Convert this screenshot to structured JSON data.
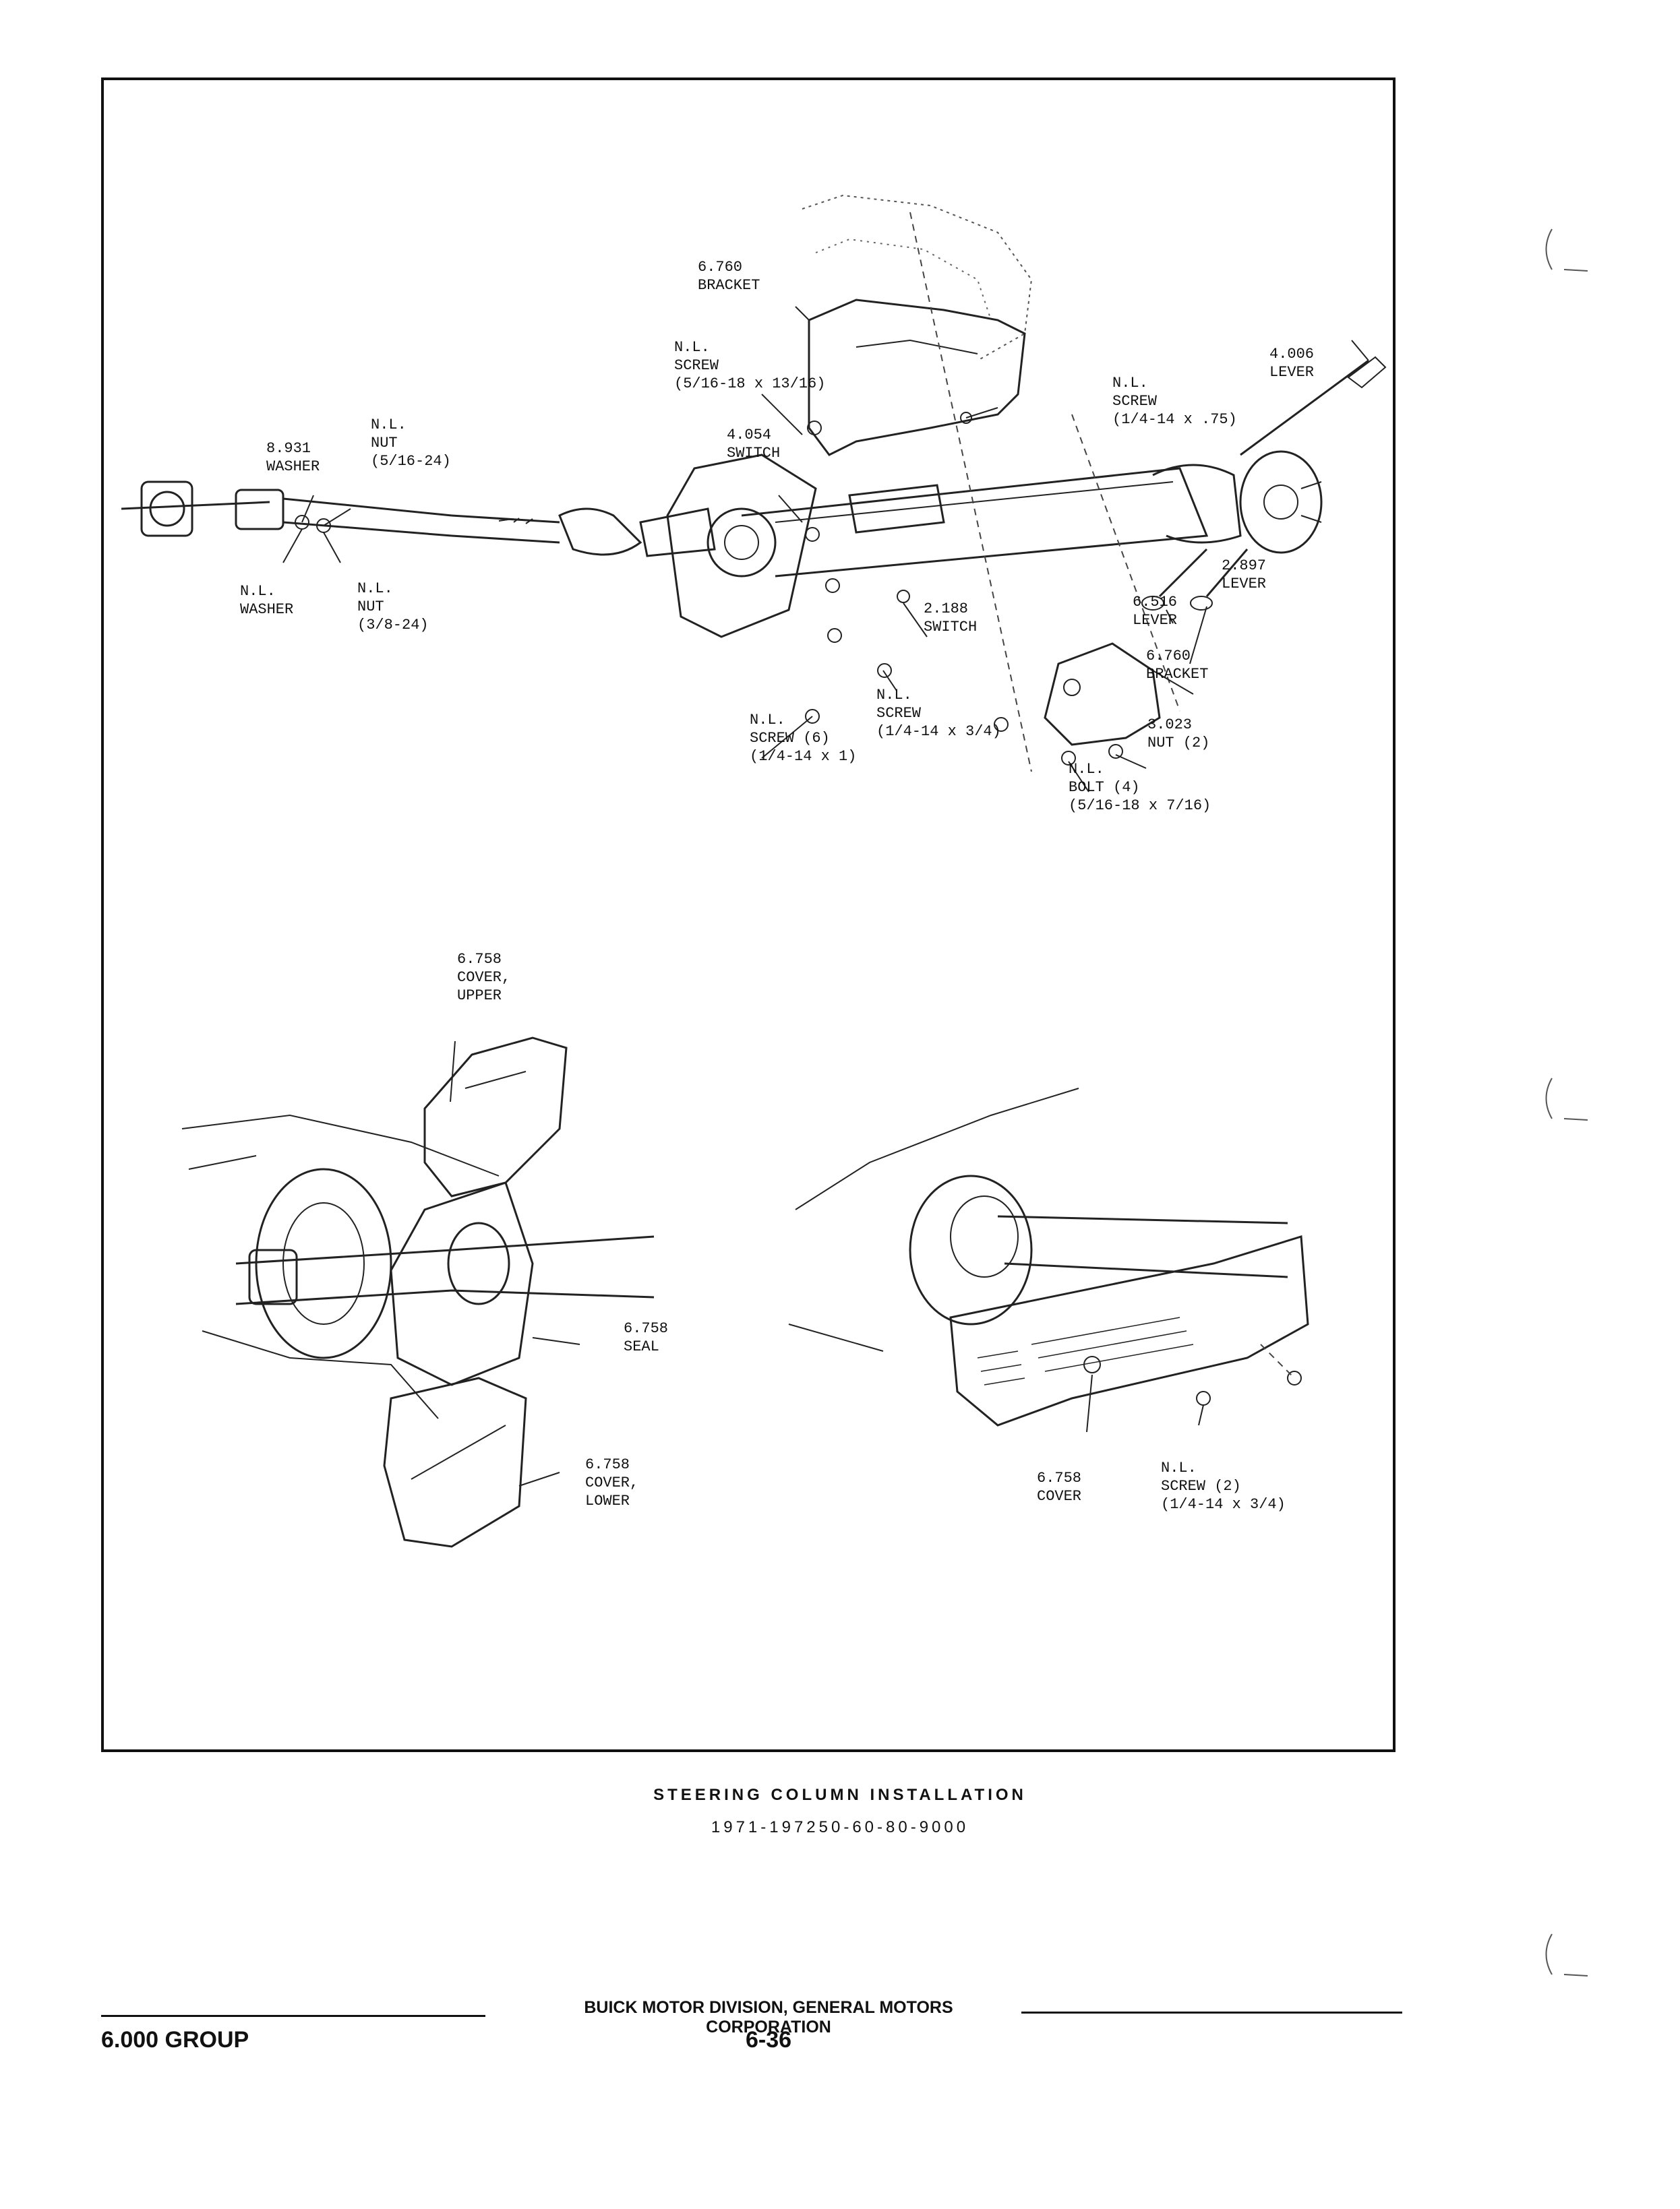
{
  "callouts": {
    "top": [
      {
        "name": "bracket-6760-top",
        "ref": "6.760",
        "text": "BRACKET"
      },
      {
        "name": "screw-nl-516",
        "ref": "N.L.",
        "text": "SCREW\n(5/16-18 x 13/16)"
      },
      {
        "name": "lever-4006",
        "ref": "4.006",
        "text": "LEVER"
      },
      {
        "name": "screw-nl-14-75",
        "ref": "N.L.",
        "text": "SCREW\n(1/4-14 x .75)"
      },
      {
        "name": "washer-8931",
        "ref": "8.931",
        "text": "WASHER"
      },
      {
        "name": "nut-nl-516-24",
        "ref": "N.L.",
        "text": "NUT\n(5/16-24)"
      },
      {
        "name": "switch-4054",
        "ref": "4.054",
        "text": "SWITCH"
      },
      {
        "name": "washer-nl",
        "ref": "N.L.",
        "text": "WASHER"
      },
      {
        "name": "nut-nl-38-24",
        "ref": "N.L.",
        "text": "NUT\n(3/8-24)"
      },
      {
        "name": "lever-2897",
        "ref": "2.897",
        "text": "LEVER"
      },
      {
        "name": "switch-2188",
        "ref": "2.188",
        "text": "SWITCH"
      },
      {
        "name": "lever-6516",
        "ref": "6.516",
        "text": "LEVER"
      },
      {
        "name": "bracket-6760-lower",
        "ref": "6.760",
        "text": "BRACKET"
      },
      {
        "name": "screw-nl-14-34",
        "ref": "N.L.",
        "text": "SCREW\n(1/4-14 x 3/4)"
      },
      {
        "name": "screw-nl-6",
        "ref": "N.L.",
        "text": "SCREW (6)\n(1/4-14 x 1)"
      },
      {
        "name": "nut-3023",
        "ref": "3.023",
        "text": "NUT (2)"
      },
      {
        "name": "bolt-nl",
        "ref": "N.L.",
        "text": "BOLT (4)\n(5/16-18 x 7/16)"
      }
    ],
    "bottom_left": [
      {
        "name": "cover-upper-6758",
        "ref": "6.758",
        "text": "COVER,\nUPPER"
      },
      {
        "name": "seal-6758",
        "ref": "6.758",
        "text": "SEAL"
      },
      {
        "name": "cover-lower-6758",
        "ref": "6.758",
        "text": "COVER,\nLOWER"
      }
    ],
    "bottom_right": [
      {
        "name": "cover-6758",
        "ref": "6.758",
        "text": "COVER"
      },
      {
        "name": "screw-nl-2",
        "ref": "N.L.",
        "text": "SCREW (2)\n(1/4-14 x 3/4)"
      }
    ]
  },
  "caption": {
    "title": "STEERING COLUMN INSTALLATION",
    "models": "1971-197250-60-80-9000"
  },
  "footer": {
    "division": "BUICK MOTOR DIVISION, GENERAL MOTORS CORPORATION",
    "group": "6.000 GROUP",
    "page": "6-36"
  }
}
